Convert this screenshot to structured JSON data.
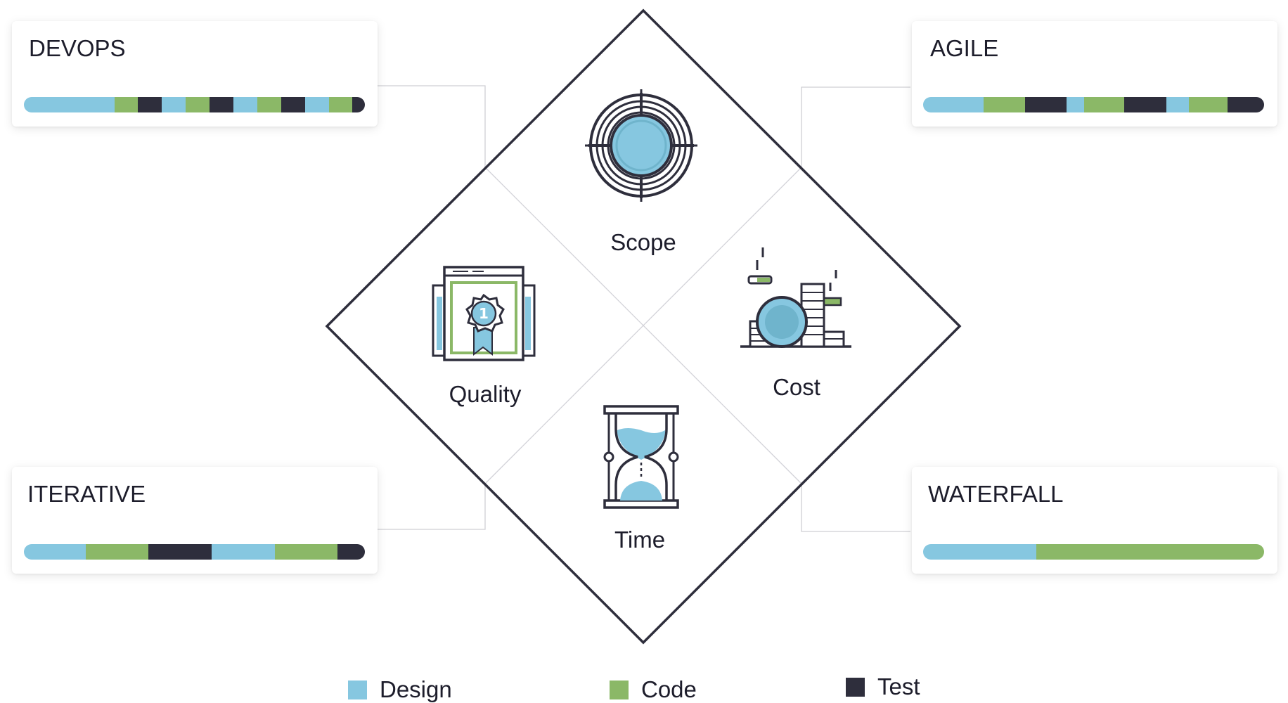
{
  "colors": {
    "design": "#86c7e0",
    "code": "#8bb867",
    "test": "#2e2e3c"
  },
  "quadrants": {
    "scope": "Scope",
    "quality": "Quality",
    "cost": "Cost",
    "time": "Time"
  },
  "methods": {
    "devops": {
      "title": "DEVOPS",
      "phases": [
        "design",
        "code",
        "test",
        "design",
        "code",
        "test",
        "design",
        "code",
        "test",
        "design",
        "code",
        "test"
      ],
      "weights": [
        110,
        29,
        29,
        29,
        29,
        29,
        29,
        29,
        29,
        29,
        29,
        15
      ]
    },
    "agile": {
      "title": "AGILE",
      "phases": [
        "design",
        "code",
        "test",
        "design",
        "code",
        "test",
        "design",
        "code",
        "test"
      ],
      "weights": [
        86,
        59,
        59,
        25,
        57,
        60,
        32,
        55,
        52
      ]
    },
    "iterative": {
      "title": "ITERATIVE",
      "phases": [
        "design",
        "code",
        "test",
        "design",
        "code",
        "test"
      ],
      "weights": [
        88,
        90,
        90,
        90,
        90,
        39
      ]
    },
    "waterfall": {
      "title": "WATERFALL",
      "phases": [
        "design",
        "code"
      ],
      "weights": [
        161,
        324
      ]
    }
  },
  "legend": [
    {
      "key": "design",
      "label": "Design"
    },
    {
      "key": "code",
      "label": "Code"
    },
    {
      "key": "test",
      "label": "Test"
    }
  ]
}
